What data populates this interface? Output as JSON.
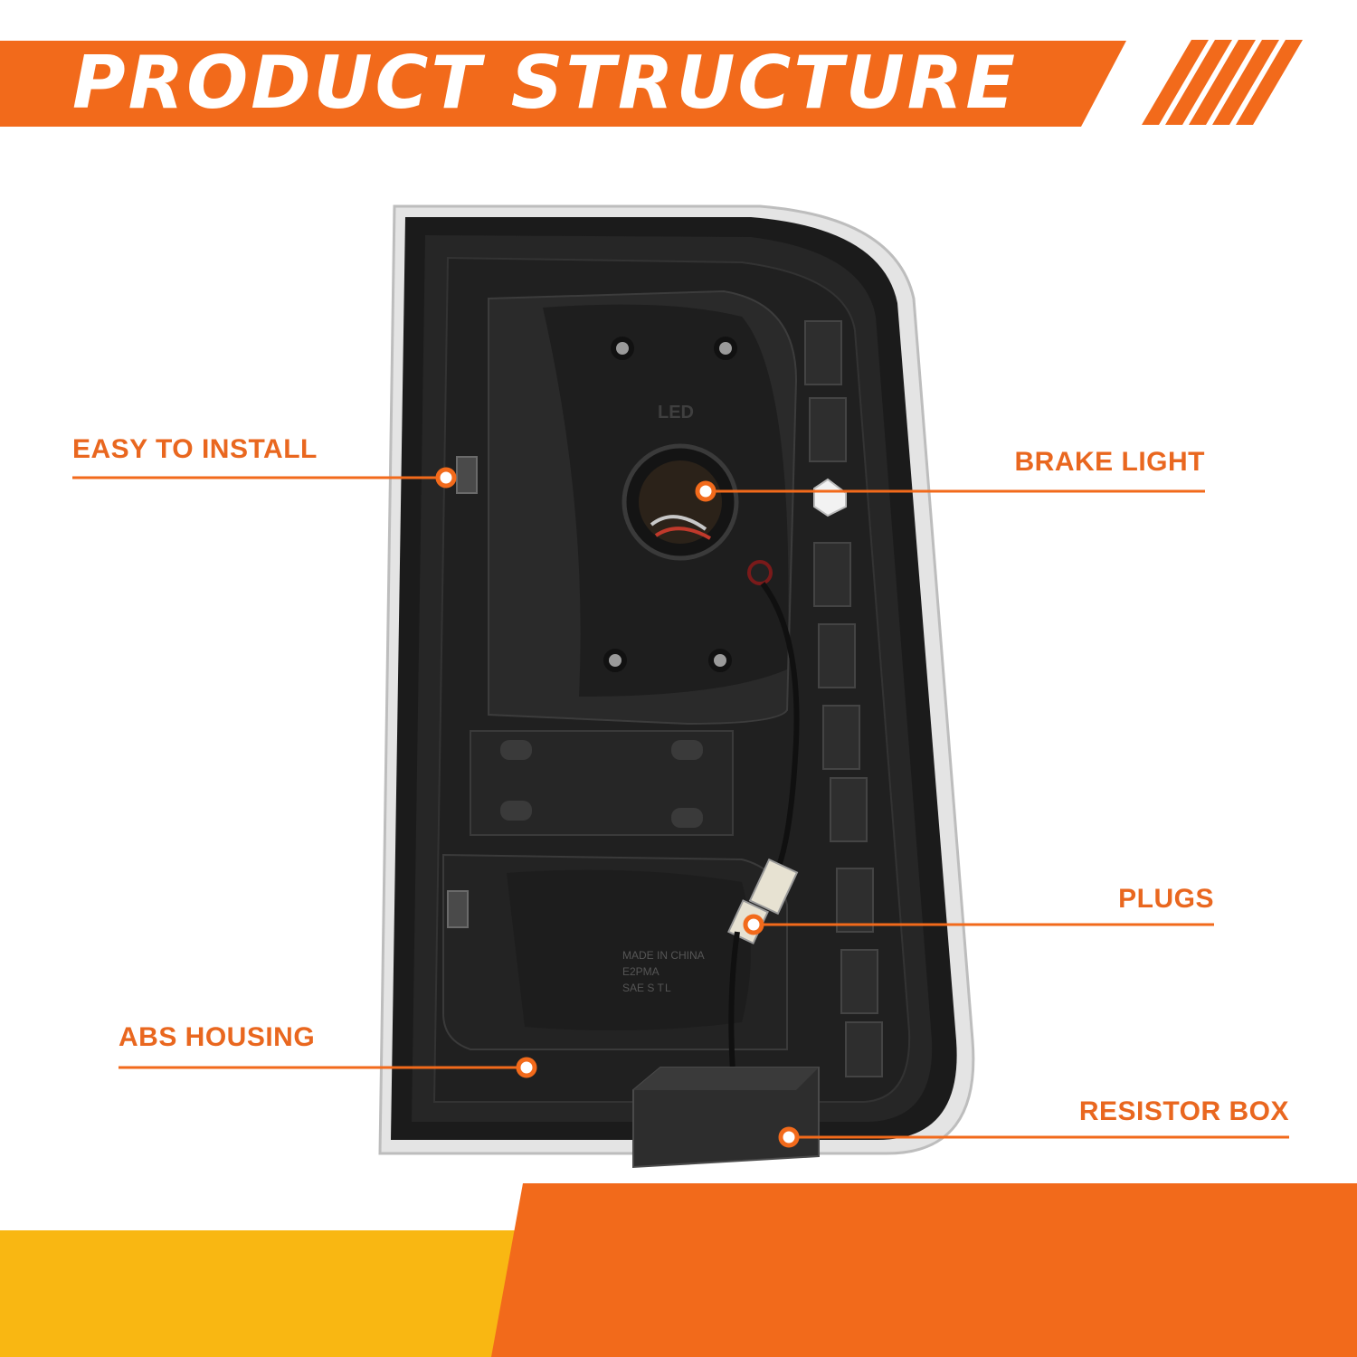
{
  "header": {
    "title": "PRODUCT STRUCTURE"
  },
  "colors": {
    "accent_orange": "#f26a1b",
    "label_orange": "#e9671f",
    "footer_yellow": "#f9b712",
    "housing_black": "#1a1a1a"
  },
  "callouts": {
    "easy_install": "EASY TO INSTALL",
    "brake_light": "BRAKE LIGHT",
    "plugs": "PLUGS",
    "abs_housing": "ABS HOUSING",
    "resistor_box": "RESISTOR BOX"
  },
  "product": {
    "led_mark": "LED",
    "made_in": "MADE IN CHINA",
    "code1": "E2PMA",
    "code2": "SAE S T",
    "side_mark": "L"
  }
}
